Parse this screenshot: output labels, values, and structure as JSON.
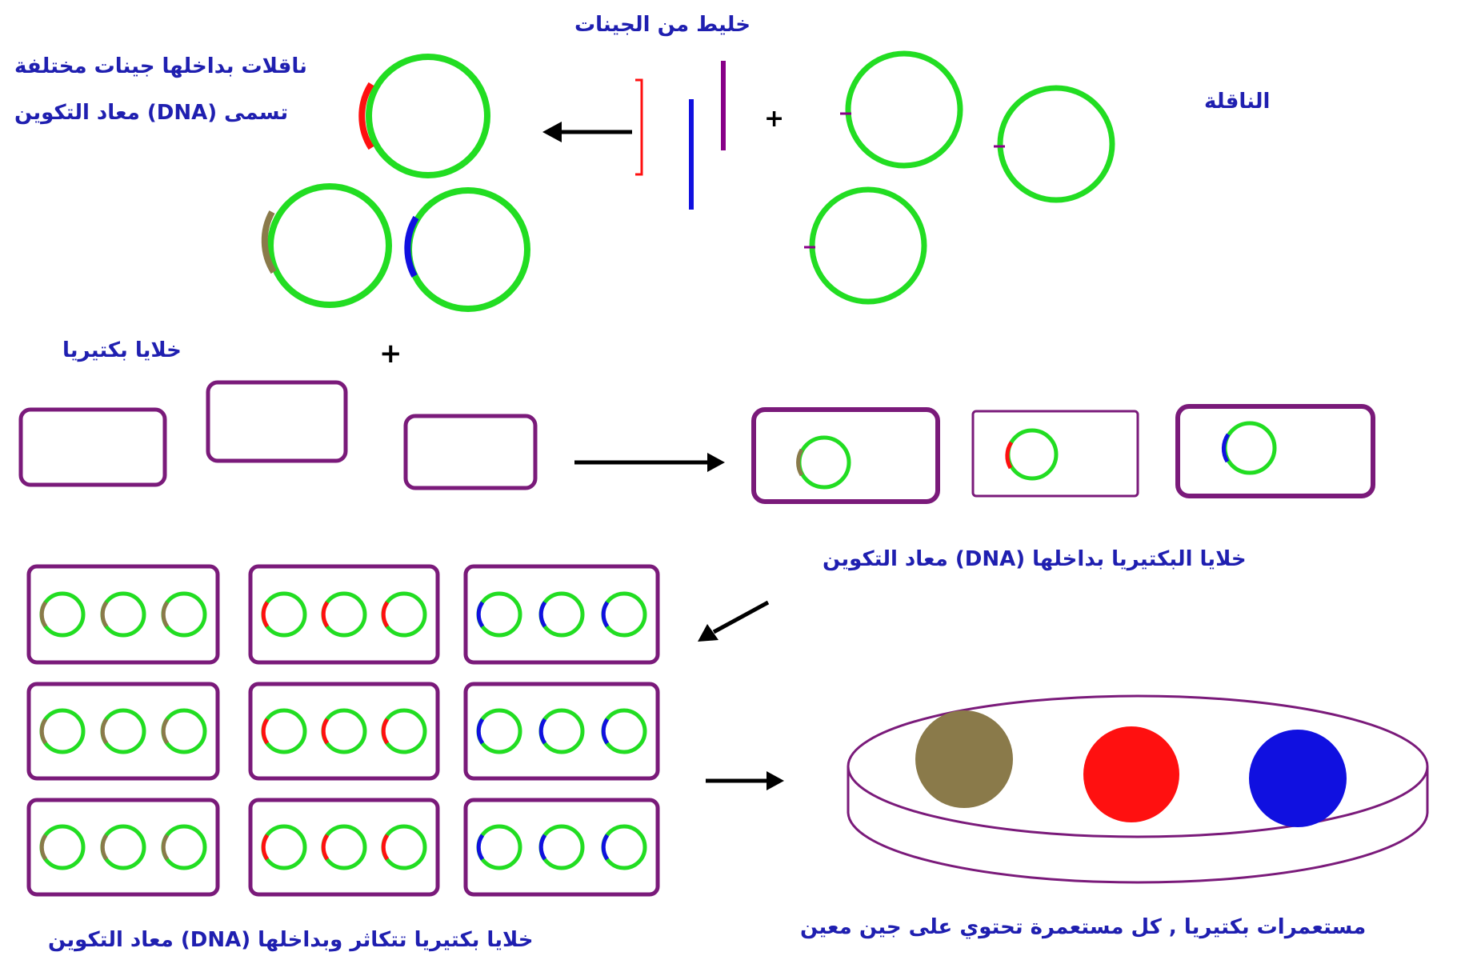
{
  "labels": {
    "gene_mix": "خليط من الجينات",
    "vectors_line1": "ناقلات بداخلها جينات مختلفة",
    "vectors_line2": "تسمى (DNA) معاد التكوين",
    "vector": "الناقلة",
    "bacteria_cells": "خلايا بكتيريا",
    "bacteria_with_dna": "خلايا البكتيريا بداخلها (DNA) معاد التكوين",
    "bacteria_multiply": "خلايا بكتيريا تتكاثر وبداخلها (DNA) معاد التكوين",
    "colonies": "مستعمرات بكتيريا , كل مستعمرة تحتوي على جين معين"
  },
  "symbols": {
    "plus": "+"
  },
  "colors": {
    "plasmid": "#22dd22",
    "cell_border": "#7a1a7a",
    "gene_olive": "#8a7a4a",
    "gene_red": "#ff1010",
    "gene_blue": "#1010e0",
    "gene_purple": "#880088",
    "arrow": "#000000",
    "text": "#1f1fb0"
  },
  "gene_colors_per_row": [
    "olive",
    "red",
    "blue"
  ]
}
